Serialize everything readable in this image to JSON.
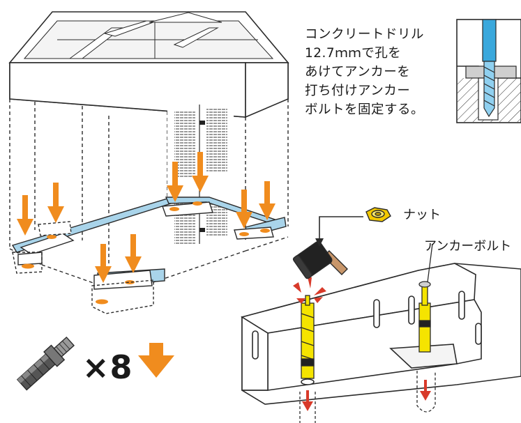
{
  "instruction": {
    "lines": [
      "コンクリートドリル",
      "12.7ｍｍで孔を",
      "あけてアンカーを",
      "打ち付けアンカー",
      "ボルトを固定する。"
    ]
  },
  "labels": {
    "nut": "ナット",
    "anchor_bolt": "アンカーボルト"
  },
  "quantity": "×8",
  "colors": {
    "arrow_orange": "#f08c1e",
    "rail_blue": "#a9d4ea",
    "bolt_yellow": "#f5e400",
    "drill_blue": "#3aa8dc",
    "nut_yellow": "#f3c800",
    "red_marker": "#d83a2a",
    "line": "#2a2a2a"
  },
  "icons": [
    "orange-down-arrow-icon",
    "hammer-icon",
    "nut-icon",
    "anchor-bolt-icon",
    "drill-bit-icon"
  ]
}
